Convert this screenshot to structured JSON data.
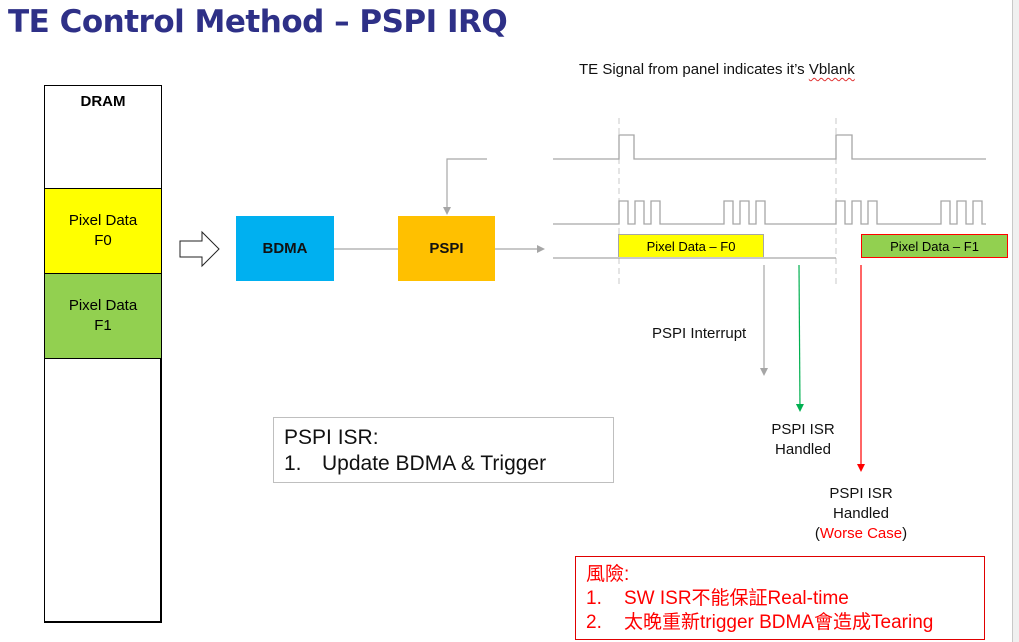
{
  "title": "TE Control Method – PSPI IRQ",
  "dram": {
    "label": "DRAM",
    "slots": [
      {
        "line1": "Pixel Data",
        "line2": "F0",
        "color": "#ffff00"
      },
      {
        "line1": "Pixel Data",
        "line2": "F1",
        "color": "#92d050"
      }
    ]
  },
  "blocks": {
    "bdma": {
      "label": "BDMA",
      "color": "#00b0f0"
    },
    "pspi": {
      "label": "PSPI",
      "color": "#ffc000"
    }
  },
  "timing": {
    "te_caption_prefix": "TE Signal from panel indicates it’s ",
    "te_caption_word": "Vblank",
    "segments": [
      {
        "label": "Pixel Data – F0",
        "color": "#ffff00"
      },
      {
        "label": "Pixel Data – F1",
        "color": "#92d050",
        "border": "#ff0000"
      }
    ],
    "events": {
      "interrupt": {
        "label": "PSPI Interrupt",
        "color": "#a6a6a6"
      },
      "isr_handled": {
        "line1": "PSPI ISR",
        "line2": "Handled",
        "color": "#00b050"
      },
      "isr_worst": {
        "line1": "PSPI ISR",
        "line2": "Handled",
        "note_open": "(",
        "note": "Worse Case",
        "note_close": ")",
        "color": "#ff0000"
      }
    }
  },
  "isr_box": {
    "heading": "PSPI ISR:",
    "items": [
      {
        "num": "1.",
        "text": "Update BDMA & Trigger"
      }
    ]
  },
  "risk_box": {
    "heading": "風險:",
    "items": [
      {
        "num": "1.",
        "text": "SW ISR不能保証Real-time"
      },
      {
        "num": "2.",
        "text": "太晚重新trigger BDMA會造成Tearing"
      }
    ],
    "color": "#ff0000"
  }
}
